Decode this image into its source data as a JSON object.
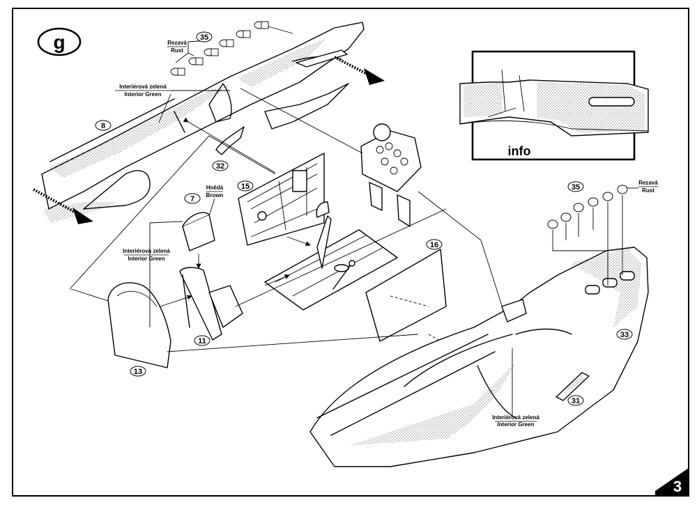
{
  "step": {
    "letter": "g"
  },
  "page_number": "3",
  "info_box": {
    "label": "info"
  },
  "paint_callouts": {
    "interior_green_top": {
      "cz": "Interiérová zelená",
      "en": "Interior Green"
    },
    "interior_green_left": {
      "cz": "Interiérová zelená",
      "en": "Interior Green"
    },
    "interior_green_bottom": {
      "cz": "Interiérová zelená",
      "en": "Interior Green"
    },
    "brown": {
      "cz": "Hnědá",
      "en": "Brown"
    },
    "rust_top": {
      "cz": "Rezavá",
      "en": "Rust"
    },
    "rust_right": {
      "cz": "Rezavá",
      "en": "Rust"
    }
  },
  "parts": {
    "p8": "8",
    "p35a": "35",
    "p35b": "35",
    "p32": "32",
    "p15": "15",
    "p7": "7",
    "p16": "16",
    "p13": "13",
    "p11": "11",
    "p33": "33",
    "p31": "31"
  }
}
